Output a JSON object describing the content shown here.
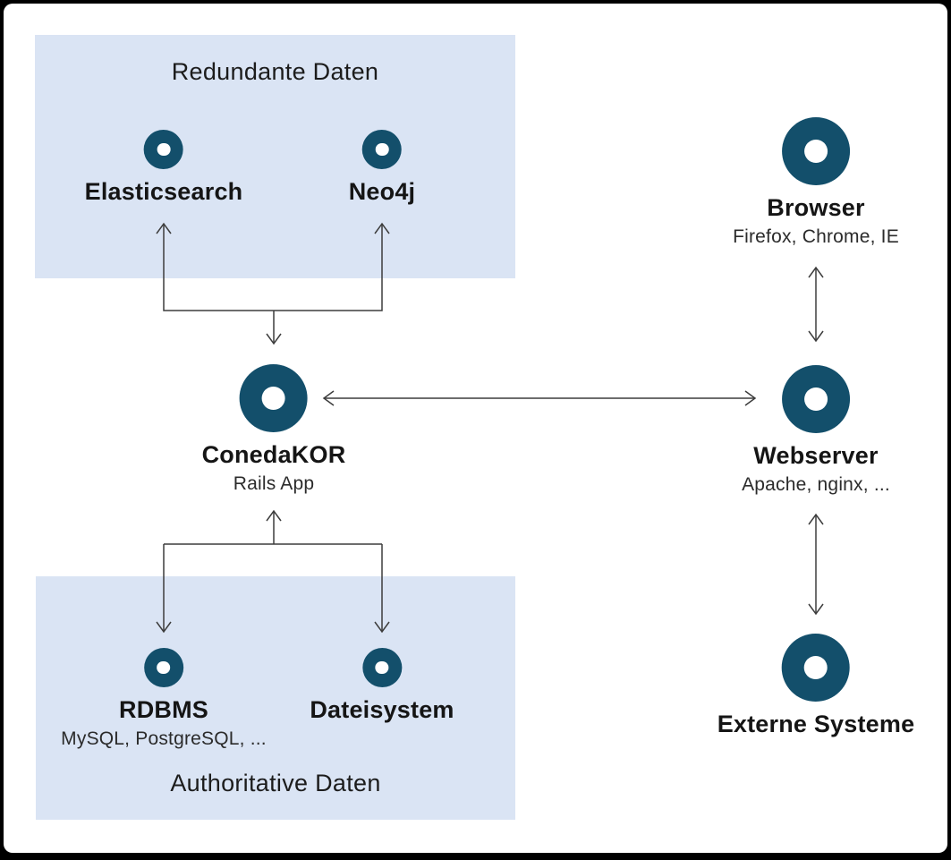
{
  "colors": {
    "node_fill": "#134f6b",
    "group_background": "#dae4f4",
    "arrow": "#3d3d3d",
    "page_background": "#ffffff",
    "frame": "#000000"
  },
  "groups": {
    "redundante": {
      "title": "Redundante Daten"
    },
    "authoritative": {
      "title": "Authoritative Daten"
    }
  },
  "nodes": {
    "elasticsearch": {
      "label": "Elasticsearch"
    },
    "neo4j": {
      "label": "Neo4j"
    },
    "browser": {
      "label": "Browser",
      "sublabel": "Firefox, Chrome, IE"
    },
    "conedakor": {
      "label": "ConedaKOR",
      "sublabel": "Rails App"
    },
    "webserver": {
      "label": "Webserver",
      "sublabel": "Apache, nginx, ..."
    },
    "rdbms": {
      "label": "RDBMS",
      "sublabel": "MySQL, PostgreSQL, ..."
    },
    "dateisystem": {
      "label": "Dateisystem"
    },
    "externe_systeme": {
      "label": "Externe Systeme"
    }
  },
  "edges": [
    {
      "from": "conedakor",
      "to": "elasticsearch",
      "direction": "both"
    },
    {
      "from": "conedakor",
      "to": "neo4j",
      "direction": "both"
    },
    {
      "from": "conedakor",
      "to": "rdbms",
      "direction": "both"
    },
    {
      "from": "conedakor",
      "to": "dateisystem",
      "direction": "both"
    },
    {
      "from": "conedakor",
      "to": "webserver",
      "direction": "both"
    },
    {
      "from": "browser",
      "to": "webserver",
      "direction": "both"
    },
    {
      "from": "webserver",
      "to": "externe_systeme",
      "direction": "both"
    }
  ]
}
